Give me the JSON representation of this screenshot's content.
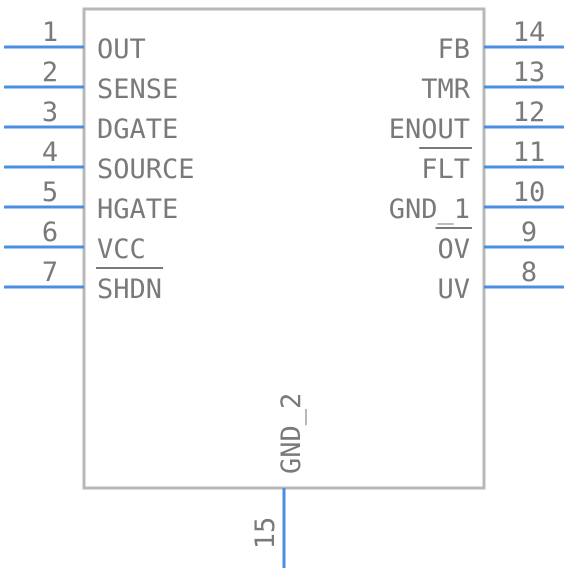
{
  "colors": {
    "pin_line": "#4a8ee0",
    "body_outline": "#b8b8b8",
    "text": "#7a7a7a"
  },
  "left_pins": [
    {
      "number": "1",
      "label": "OUT",
      "overbar": false
    },
    {
      "number": "2",
      "label": "SENSE",
      "overbar": false
    },
    {
      "number": "3",
      "label": "DGATE",
      "overbar": false
    },
    {
      "number": "4",
      "label": "SOURCE",
      "overbar": false
    },
    {
      "number": "5",
      "label": "HGATE",
      "overbar": false
    },
    {
      "number": "6",
      "label": "VCC",
      "overbar": false
    },
    {
      "number": "7",
      "label": "SHDN",
      "overbar": true
    }
  ],
  "right_pins": [
    {
      "number": "14",
      "label": "FB",
      "overbar": false
    },
    {
      "number": "13",
      "label": "TMR",
      "overbar": false
    },
    {
      "number": "12",
      "label": "ENOUT",
      "overbar": false
    },
    {
      "number": "11",
      "label": "FLT",
      "overbar": true
    },
    {
      "number": "10",
      "label": "GND_1",
      "overbar": false
    },
    {
      "number": "9",
      "label": "OV",
      "overbar": true
    },
    {
      "number": "8",
      "label": "UV",
      "overbar": false
    }
  ],
  "bottom_pins": [
    {
      "number": "15",
      "label": "GND_2",
      "overbar": false
    }
  ]
}
